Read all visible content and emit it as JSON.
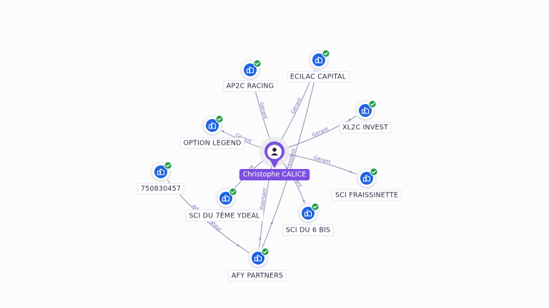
{
  "center": {
    "name": "Christophe CALICE",
    "icon": "person-icon",
    "color": "#7b4fe0"
  },
  "colors": {
    "company_icon": "#1f63e0",
    "check": "#1f9a47",
    "edge": "#8a8fb3",
    "edge_label": "#6a6fb8"
  },
  "nodes": [
    {
      "id": "ap2c",
      "label": "AP2C RACING",
      "icon": "building-icon",
      "verified": true
    },
    {
      "id": "ecilac",
      "label": "ECILAC CAPITAL",
      "icon": "building-icon",
      "verified": true
    },
    {
      "id": "xl2c",
      "label": "XL2C INVEST",
      "icon": "building-icon",
      "verified": true
    },
    {
      "id": "option",
      "label": "OPTION LEGEND",
      "icon": "building-icon",
      "verified": true
    },
    {
      "id": "fraiss",
      "label": "SCI FRAISSINETTE",
      "icon": "building-icon",
      "verified": true
    },
    {
      "id": "n750",
      "label": "750830457",
      "icon": "building-icon",
      "verified": true
    },
    {
      "id": "ydeal",
      "label": "SCI DU 7ÈME YDEAL",
      "icon": "building-icon",
      "verified": true
    },
    {
      "id": "sci6",
      "label": "SCI DU 6 BIS",
      "icon": "building-icon",
      "verified": true
    },
    {
      "id": "afy",
      "label": "AFY PARTNERS",
      "icon": "building-icon",
      "verified": true
    }
  ],
  "edges": [
    {
      "from": "center",
      "to": "ap2c",
      "label": "Gérant"
    },
    {
      "from": "center",
      "to": "ecilac",
      "label": "Gérant"
    },
    {
      "from": "center",
      "to": "xl2c",
      "label": "Gérant"
    },
    {
      "from": "center",
      "to": "option",
      "label": "Gérant"
    },
    {
      "from": "center",
      "to": "fraiss",
      "label": "Gérant"
    },
    {
      "from": "center",
      "to": "ydeal",
      "label": "Gérant"
    },
    {
      "from": "center",
      "to": "sci6",
      "label": "Gérant"
    },
    {
      "from": "center",
      "to": "afy",
      "label": "Représentant"
    },
    {
      "from": "n750",
      "to": "afy",
      "label": "Administrateur"
    },
    {
      "from": "ecilac",
      "to": "afy",
      "label": "Président"
    }
  ]
}
